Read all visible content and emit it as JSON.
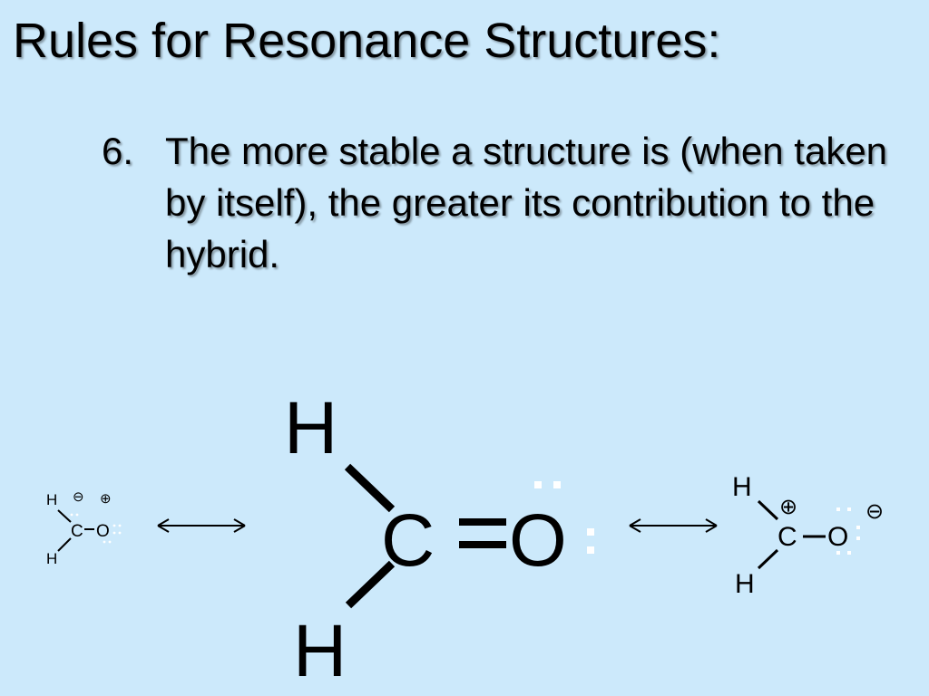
{
  "slide": {
    "title": "Rules for Resonance Structures:",
    "rule_number": "6.",
    "rule_text": "The more stable a structure is (when taken by itself), the greater its contribution to the hybrid."
  },
  "structures": {
    "left": {
      "h_top": "H",
      "h_bottom": "H",
      "carbon": "C",
      "oxygen": "O",
      "charge_c": "⊖",
      "charge_o": "⊕",
      "lone_pairs": ": :"
    },
    "center": {
      "h_top": "H",
      "h_bottom": "H",
      "carbon": "C",
      "oxygen": "O",
      "lone_pair_top": "··",
      "lone_pair_right": ":"
    },
    "right": {
      "h_top": "H",
      "h_bottom": "H",
      "carbon": "C",
      "oxygen": "O",
      "charge_c": "⊕",
      "charge_o": "⊖",
      "lone_pairs": ": :"
    },
    "arrow_symbol": "⟷"
  },
  "colors": {
    "background": "#cce9fb",
    "text": "#000000",
    "lone_pair": "#ffffff"
  }
}
